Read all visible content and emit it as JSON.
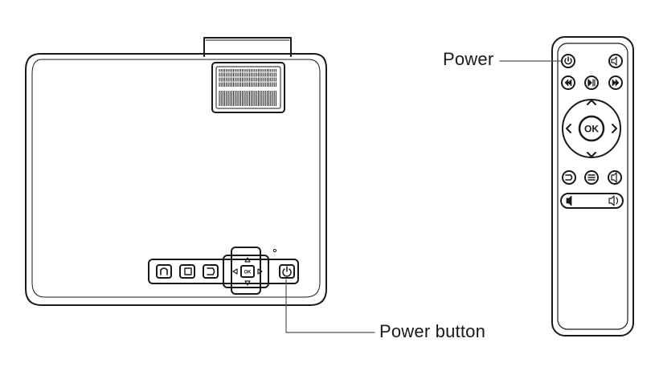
{
  "labels": {
    "remote_power": "Power",
    "projector_power": "Power button"
  },
  "remote": {
    "ok_label": "OK"
  },
  "projector": {
    "ok_label": "OK"
  },
  "colors": {
    "stroke": "#1a1a1a",
    "background": "#ffffff",
    "leader_line": "#555555"
  }
}
